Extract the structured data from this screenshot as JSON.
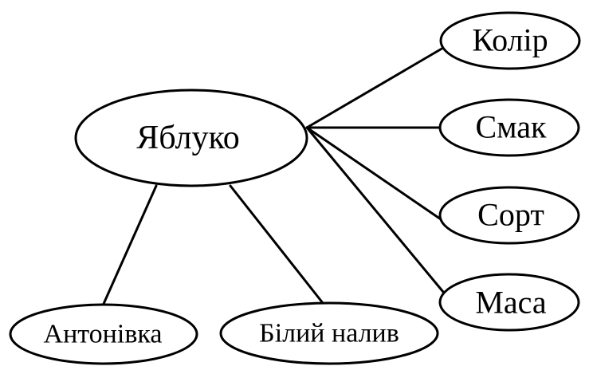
{
  "diagram": {
    "root": {
      "label": "Яблуко"
    },
    "attributes": [
      {
        "label": "Колір"
      },
      {
        "label": "Смак"
      },
      {
        "label": "Сорт"
      },
      {
        "label": "Маса"
      }
    ],
    "varieties": [
      {
        "label": "Антонівка"
      },
      {
        "label": "Білий налив"
      }
    ]
  }
}
